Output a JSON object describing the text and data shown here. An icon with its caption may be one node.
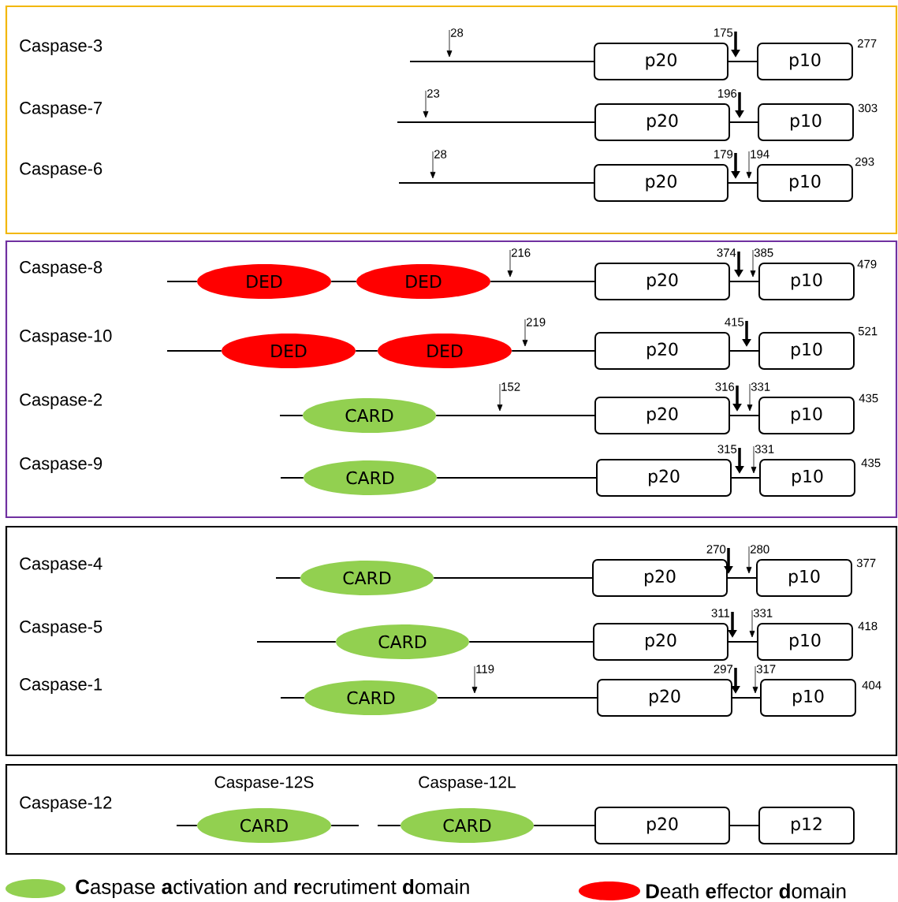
{
  "diagram": {
    "nodes": [
      {
        "text": [],
        "shape": "box"
      },
      {
        "text": [
          "p20"
        ],
        "in": 0
      },
      {
        "text": [
          "p10"
        ],
        "in": 0
      },
      {
        "text": [
          "p20"
        ],
        "in": 0
      },
      {
        "text": [
          "p10"
        ],
        "in": 0
      },
      {
        "text": [
          "p20"
        ],
        "in": 0
      },
      {
        "text": [
          "p10"
        ],
        "in": 0
      },
      {
        "text": [],
        "shape": "box"
      },
      {
        "text": [
          "DED"
        ],
        "in": 7
      },
      {
        "text": [
          "DED"
        ],
        "in": 7
      },
      {
        "text": [
          "p20"
        ],
        "in": 7
      },
      {
        "text": [
          "p10"
        ],
        "in": 7
      },
      {
        "text": [
          "DED"
        ],
        "in": 7
      },
      {
        "text": [
          "DED"
        ],
        "in": 7
      },
      {
        "text": [
          "p20"
        ],
        "in": 7
      },
      {
        "text": [
          "p10"
        ],
        "in": 7
      },
      {
        "text": [
          "CARD"
        ],
        "in": 7
      },
      {
        "text": [
          "p20"
        ],
        "in": 7
      },
      {
        "text": [
          "p10"
        ],
        "in": 7
      },
      {
        "text": [
          "CARD"
        ],
        "in": 7
      },
      {
        "text": [
          "p20"
        ],
        "in": 7
      },
      {
        "text": [
          "p10"
        ],
        "in": 7
      },
      {
        "text": [],
        "shape": "box"
      },
      {
        "text": [
          "CARD"
        ],
        "in": 22
      },
      {
        "text": [
          "p20"
        ],
        "in": 22
      },
      {
        "text": [
          "p10"
        ],
        "in": 22
      },
      {
        "text": [
          "CARD"
        ],
        "in": 22
      },
      {
        "text": [
          "p20"
        ],
        "in": 22
      },
      {
        "text": [
          "p10"
        ],
        "in": 22
      },
      {
        "text": [
          "CARD"
        ],
        "in": 22
      },
      {
        "text": [
          "p20"
        ],
        "in": 22
      },
      {
        "text": [
          "p10"
        ],
        "in": 22
      },
      {
        "text": [],
        "shape": "box"
      },
      {
        "text": [
          "CARD"
        ],
        "in": 32,
        "beside": [
          "Caspase-12S"
        ]
      },
      {
        "text": [
          "CARD"
        ],
        "in": 32,
        "beside": [
          "Caspase-12L"
        ]
      },
      {
        "text": [
          "p20"
        ],
        "in": 32
      },
      {
        "text": [
          "p12"
        ],
        "in": 32
      }
    ],
    "edges": [
      {
        "from": null,
        "to": 1,
        "arrow": "none"
      },
      {
        "from": 1,
        "to": 2,
        "arrow": "none"
      },
      {
        "from": null,
        "to": 3,
        "arrow": "none"
      },
      {
        "from": 3,
        "to": 4,
        "arrow": "none"
      },
      {
        "from": null,
        "to": 5,
        "arrow": "none"
      },
      {
        "from": 5,
        "to": 6,
        "arrow": "none"
      },
      {
        "from": null,
        "to": 8,
        "arrow": "none"
      },
      {
        "from": 8,
        "to": 9,
        "arrow": "none"
      },
      {
        "from": 9,
        "to": 10,
        "arrow": "none"
      },
      {
        "from": 10,
        "to": 11,
        "arrow": "none"
      },
      {
        "from": null,
        "to": 12,
        "arrow": "none"
      },
      {
        "from": 12,
        "to": 13,
        "arrow": "none"
      },
      {
        "from": 13,
        "to": 14,
        "arrow": "none"
      },
      {
        "from": 14,
        "to": 15,
        "arrow": "none"
      },
      {
        "from": null,
        "to": 16,
        "arrow": "none"
      },
      {
        "from": 16,
        "to": 17,
        "arrow": "none"
      },
      {
        "from": 17,
        "to": 18,
        "arrow": "none"
      },
      {
        "from": null,
        "to": 19,
        "arrow": "none"
      },
      {
        "from": 19,
        "to": 20,
        "arrow": "none"
      },
      {
        "from": 20,
        "to": 21,
        "arrow": "none"
      },
      {
        "from": null,
        "to": 23,
        "arrow": "none"
      },
      {
        "from": 23,
        "to": 24,
        "arrow": "none"
      },
      {
        "from": 24,
        "to": 25,
        "arrow": "none"
      },
      {
        "from": null,
        "to": 26,
        "arrow": "none"
      },
      {
        "from": 26,
        "to": 27,
        "arrow": "none"
      },
      {
        "from": 27,
        "to": 28,
        "arrow": "none"
      },
      {
        "from": null,
        "to": 29,
        "arrow": "none"
      },
      {
        "from": 29,
        "to": 30,
        "arrow": "none"
      },
      {
        "from": 30,
        "to": 31,
        "arrow": "none"
      },
      {
        "from": null,
        "to": 33,
        "arrow": "none"
      },
      {
        "from": 33,
        "to": null,
        "arrow": "none"
      },
      {
        "from": null,
        "to": 34,
        "arrow": "none"
      },
      {
        "from": 34,
        "to": 35,
        "arrow": "none"
      },
      {
        "from": 35,
        "to": 36,
        "arrow": "none"
      }
    ],
    "labels": [
      "Caspase-3",
      "28",
      "175",
      "277",
      "Caspase-7",
      "23",
      "196",
      "303",
      "Caspase-6",
      "28",
      "179",
      "194",
      "293",
      "Caspase-8",
      "216",
      "374",
      "385",
      "479",
      "Caspase-10",
      "219",
      "415",
      "521",
      "Caspase-2",
      "152",
      "316",
      "331",
      "435",
      "Caspase-9",
      "315",
      "331",
      "435",
      "Caspase-4",
      "270",
      "280",
      "377",
      "Caspase-5",
      "311",
      "331",
      "418",
      "Caspase-1",
      "119",
      "297",
      "317",
      "404",
      "Caspase-12"
    ],
    "legend": [
      {
        "text": "**C**aspase **a**ctivation and **r**ecrutiment **d**omain",
        "color": "#92d050"
      },
      {
        "text": "**D**eath **e**ffector **d**omain",
        "color": "#ff0000"
      }
    ]
  }
}
